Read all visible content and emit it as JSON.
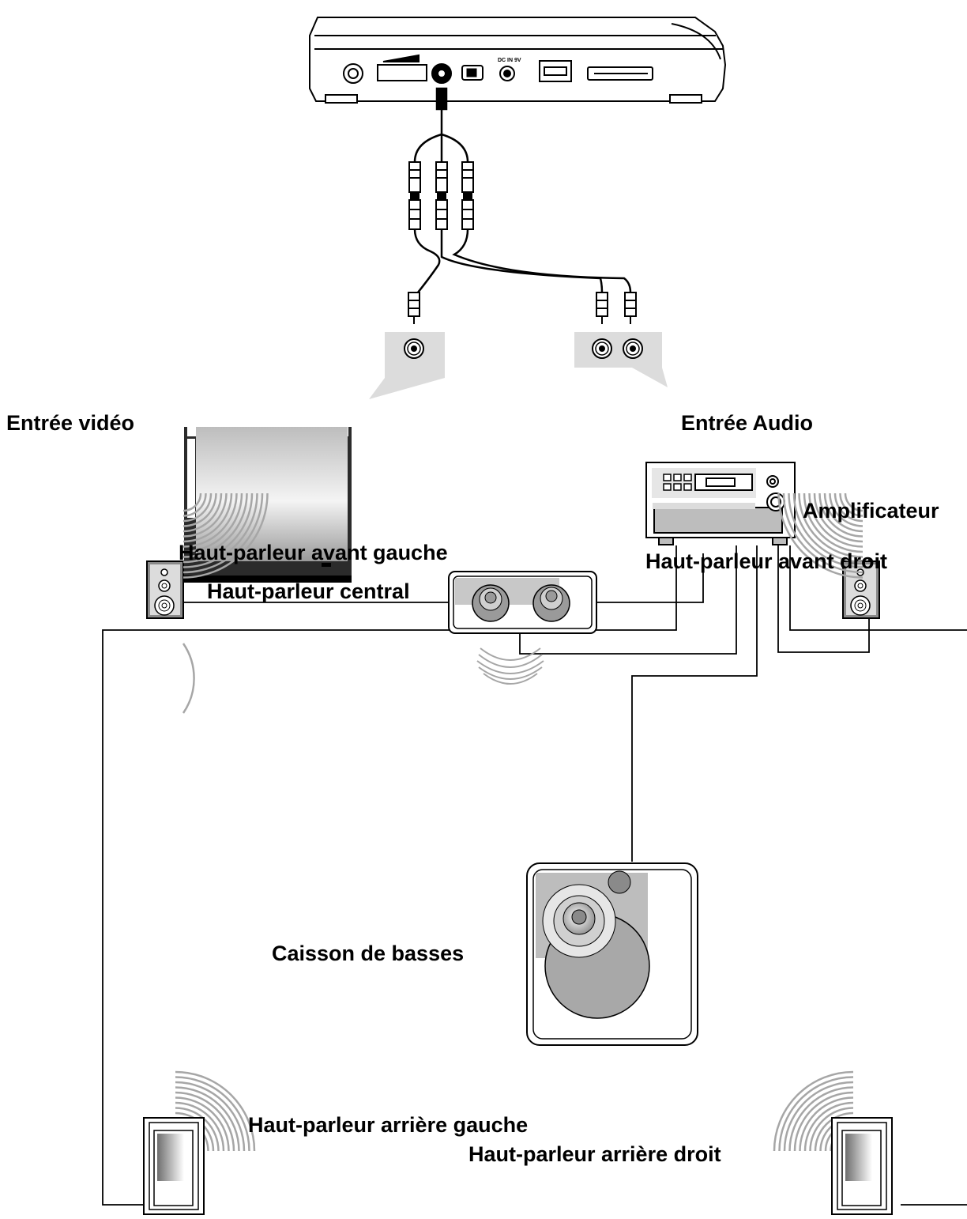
{
  "device": {
    "port_label_dc": "DC IN 9V"
  },
  "labels": {
    "video_input": "Entrée vidéo",
    "audio_input": "Entrée Audio",
    "amplifier": "Amplificateur",
    "front_left": "Haut-parleur avant gauche",
    "center": "Haut-parleur central",
    "front_right": "Haut-parleur avant droit",
    "subwoofer": "Caisson de basses",
    "rear_left": "Haut-parleur arrière gauche",
    "rear_right": "Haut-parleur arrière droit"
  },
  "colors": {
    "line": "#000000",
    "panel_gray": "#d9d9d9",
    "wave_gray": "#a6a6a6",
    "speaker_dark": "#7f7f7f"
  }
}
